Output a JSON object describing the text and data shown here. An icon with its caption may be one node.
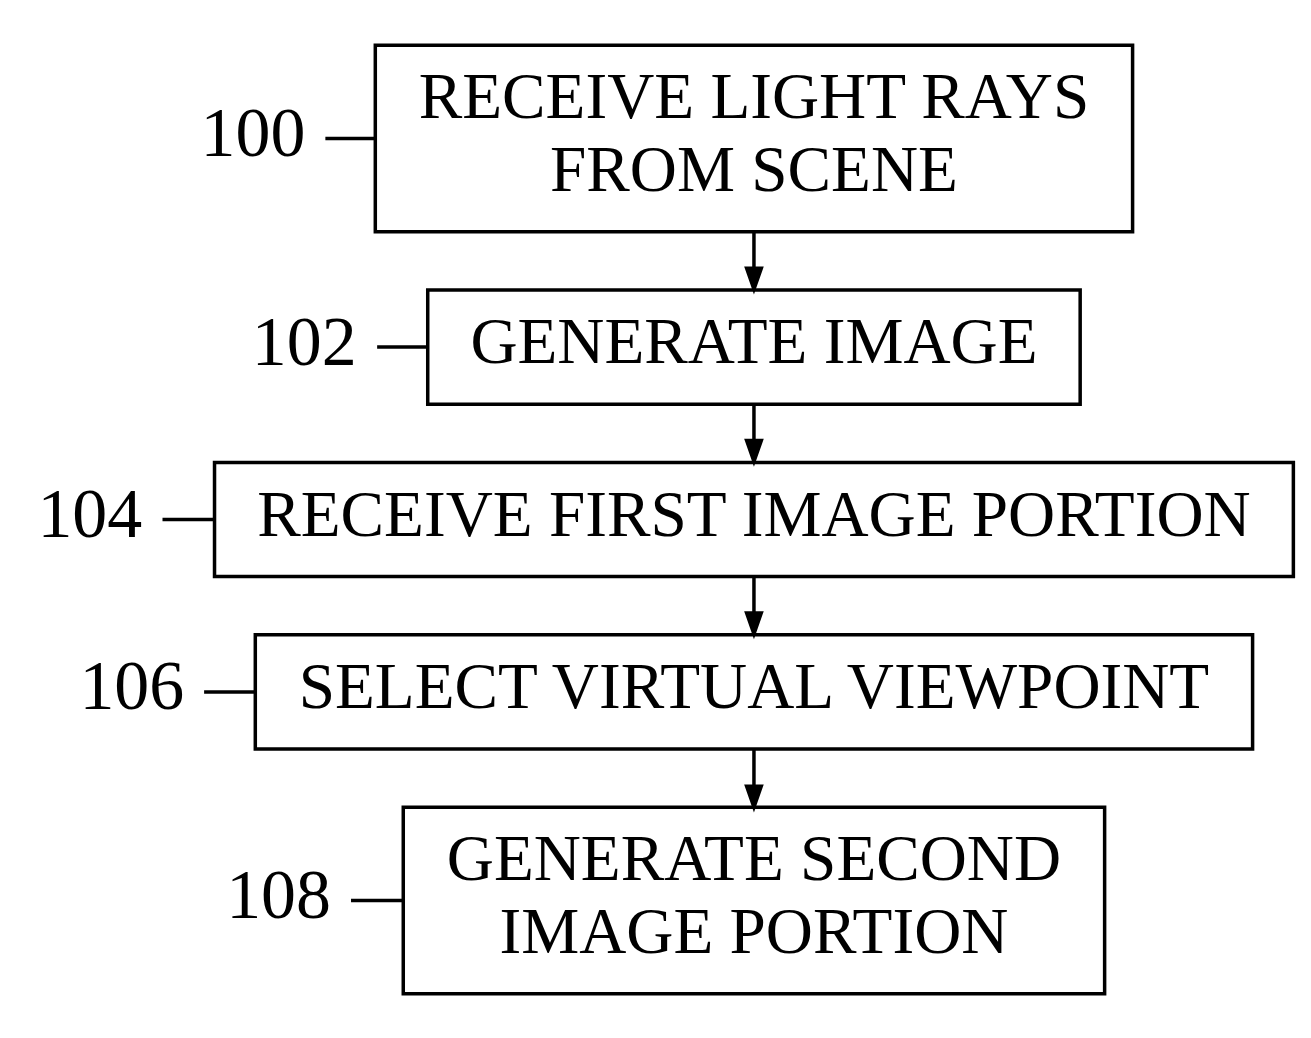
{
  "diagram": {
    "nodes": [
      {
        "text": [
          "100"
        ]
      },
      {
        "text": [
          "RECEIVE LIGHT RAYS FROM SCENE"
        ]
      },
      {
        "text": [
          "102"
        ]
      },
      {
        "text": [
          "GENERATE IMAGE"
        ]
      },
      {
        "text": [
          "104"
        ]
      },
      {
        "text": [
          "RECEIVE FIRST IMAGE PORTION"
        ]
      },
      {
        "text": [
          "106"
        ]
      },
      {
        "text": [
          "SELECT VIRTUAL VIEWPOINT"
        ]
      },
      {
        "text": [
          "108"
        ]
      },
      {
        "text": [
          "GENERATE SECOND IMAGE PORTION"
        ]
      }
    ],
    "edges": [
      {
        "from": 0,
        "to": 1,
        "arrow": "none"
      },
      {
        "from": 2,
        "to": 3,
        "arrow": "none"
      },
      {
        "from": 4,
        "to": 5,
        "arrow": "none"
      },
      {
        "from": 6,
        "to": 7,
        "arrow": "none"
      },
      {
        "from": 8,
        "to": 9,
        "arrow": "none"
      },
      {
        "from": 1,
        "to": 3,
        "arrow": "to"
      },
      {
        "from": 3,
        "to": 5,
        "arrow": "to"
      },
      {
        "from": 5,
        "to": 7,
        "arrow": "to"
      },
      {
        "from": 7,
        "to": 9,
        "arrow": "to"
      }
    ]
  }
}
